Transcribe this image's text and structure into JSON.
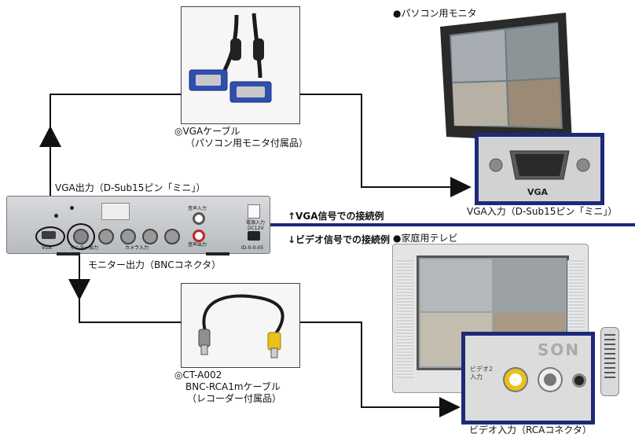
{
  "cables": {
    "vga": {
      "name": "◎VGAケーブル",
      "note": "（パソコン用モニタ付属品）"
    },
    "bnc": {
      "model": "◎CT-A002",
      "name": "BNC-RCA1mケーブル",
      "note": "（レコーダー付属品）"
    }
  },
  "recorder": {
    "vga_out_label": "VGA出力（D-Sub15ピン「ミニ」）",
    "monitor_out_label": "モニター出力（BNCコネクタ）",
    "panel": {
      "vga_port": "VGA",
      "monitor_port": "モニター出力",
      "camera_inputs": "カメラ入力",
      "power_input": "電源入力",
      "power_spec": "DC12V",
      "audio_out": "音声出力",
      "audio_in": "音声入力",
      "id_label": "ID-0-0-05"
    }
  },
  "pc_monitor": {
    "title": "●パソコン用モニタ",
    "input_label": "VGA入力（D-Sub15ピン「ミニ」）",
    "zoom_port_text": "VGA"
  },
  "divider": {
    "vga_example": "↑VGA信号での接続例",
    "video_example": "↓ビデオ信号での接続例"
  },
  "tv": {
    "title": "●家庭用テレビ",
    "input_label": "ビデオ入力（RCAコネクタ）",
    "brand": "SON",
    "zoom_port_text_1": "ビデオ2",
    "zoom_port_text_2": "入力"
  },
  "colors": {
    "accent": "#1c2a78",
    "line": "#111111",
    "vga_plug": "#2f4fb0",
    "rca_yellow": "#e8c21a"
  }
}
